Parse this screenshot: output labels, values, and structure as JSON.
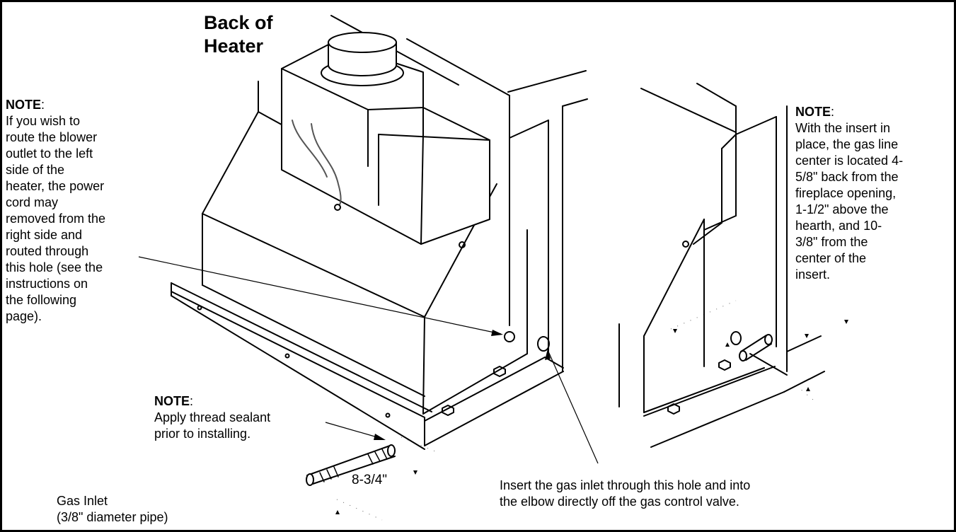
{
  "title": {
    "line1": "Back of",
    "line2": "Heater"
  },
  "note_left": {
    "heading": "NOTE",
    "colon": ":",
    "lines": [
      "If you wish to",
      "route the blower",
      "outlet to the left",
      "side of the",
      "heater, the power",
      "cord may",
      "removed from the",
      "right side and",
      "routed through",
      "this hole (see the",
      "instructions on",
      "the following",
      "page)."
    ]
  },
  "note_sealant": {
    "heading": "NOTE",
    "colon": ":",
    "lines": [
      "Apply thread sealant",
      "prior to installing."
    ]
  },
  "note_right": {
    "heading": "NOTE",
    "colon": ":",
    "lines": [
      "With the insert in",
      "place, the gas line",
      "center is located 4-",
      "5/8\" back from the",
      "fireplace opening,",
      "1-1/2\" above the",
      "hearth, and 10-",
      "3/8\" from the",
      "center of the",
      "insert."
    ]
  },
  "gas_inlet": {
    "line1": "Gas Inlet",
    "line2": "(3/8\" diameter pipe)"
  },
  "pipe_length": "8-3/4\"",
  "insert_instruction": {
    "line1": "Insert the gas inlet through this hole and into",
    "line2": "the elbow directly off the gas control valve."
  },
  "colors": {
    "ink": "#000000",
    "paper": "#ffffff",
    "wire": "#555555"
  }
}
